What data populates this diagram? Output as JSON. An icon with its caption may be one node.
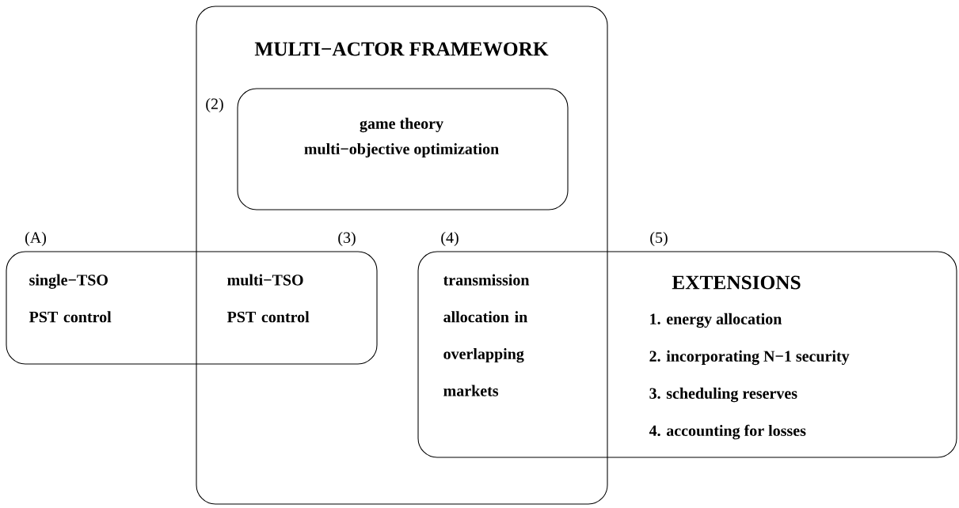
{
  "diagram": {
    "nodes": [
      {
        "text": [
          "MULTI−ACTOR FRAMEWORK"
        ]
      },
      {
        "text": [
          "game theory",
          "multi−objective optimization"
        ],
        "beside": [
          "(2)"
        ],
        "in": 0
      },
      {
        "text": [
          "single−TSO PST control",
          "multi−TSO PST control"
        ],
        "beside": [
          "(A)",
          "(3)"
        ]
      },
      {
        "text": [
          "transmission allocation in overlapping markets",
          "EXTENSIONS",
          "1. energy allocation",
          "2. incorporating N−1 security",
          "3. scheduling reserves",
          "4. accounting for losses"
        ],
        "beside": [
          "(4)",
          "(5)"
        ]
      }
    ]
  }
}
